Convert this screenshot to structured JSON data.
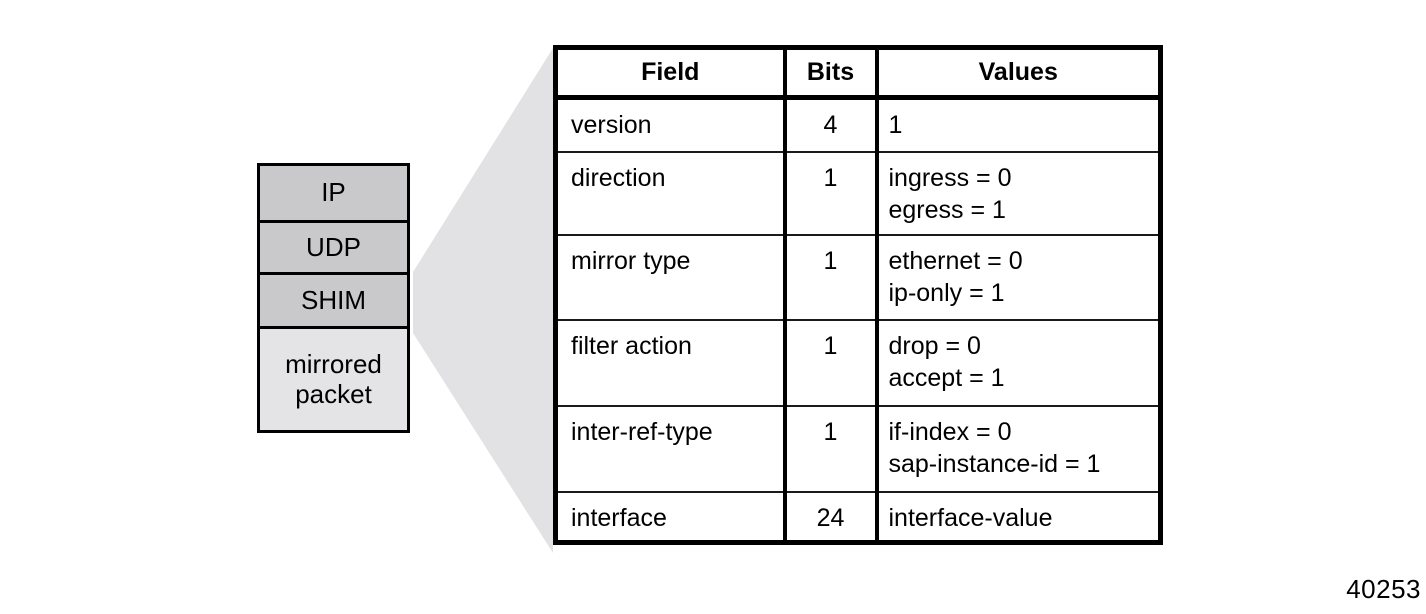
{
  "packet_stack": {
    "layers": [
      {
        "label": "IP",
        "shade": "dark"
      },
      {
        "label": "UDP",
        "shade": "dark"
      },
      {
        "label": "SHIM",
        "shade": "dark"
      },
      {
        "label": "mirrored packet",
        "shade": "light"
      }
    ]
  },
  "table": {
    "headers": [
      "Field",
      "Bits",
      "Values"
    ],
    "rows": [
      {
        "field": "version",
        "bits": "4",
        "values": [
          "1"
        ]
      },
      {
        "field": "direction",
        "bits": "1",
        "values": [
          "ingress = 0",
          "egress = 1"
        ]
      },
      {
        "field": "mirror type",
        "bits": "1",
        "values": [
          "ethernet = 0",
          "ip-only = 1"
        ]
      },
      {
        "field": "filter action",
        "bits": "1",
        "values": [
          "drop = 0",
          "accept = 1"
        ]
      },
      {
        "field": "inter-ref-type",
        "bits": "1",
        "values": [
          "if-index = 0",
          "sap-instance-id = 1"
        ]
      },
      {
        "field": "interface",
        "bits": "24",
        "values": [
          "interface-value"
        ]
      }
    ]
  },
  "figure_number": "40253",
  "colors": {
    "layer_dark": "#c9c9cb",
    "layer_light": "#e4e4e6",
    "wedge": "#e2e2e4",
    "border": "#000000",
    "background": "#ffffff"
  }
}
